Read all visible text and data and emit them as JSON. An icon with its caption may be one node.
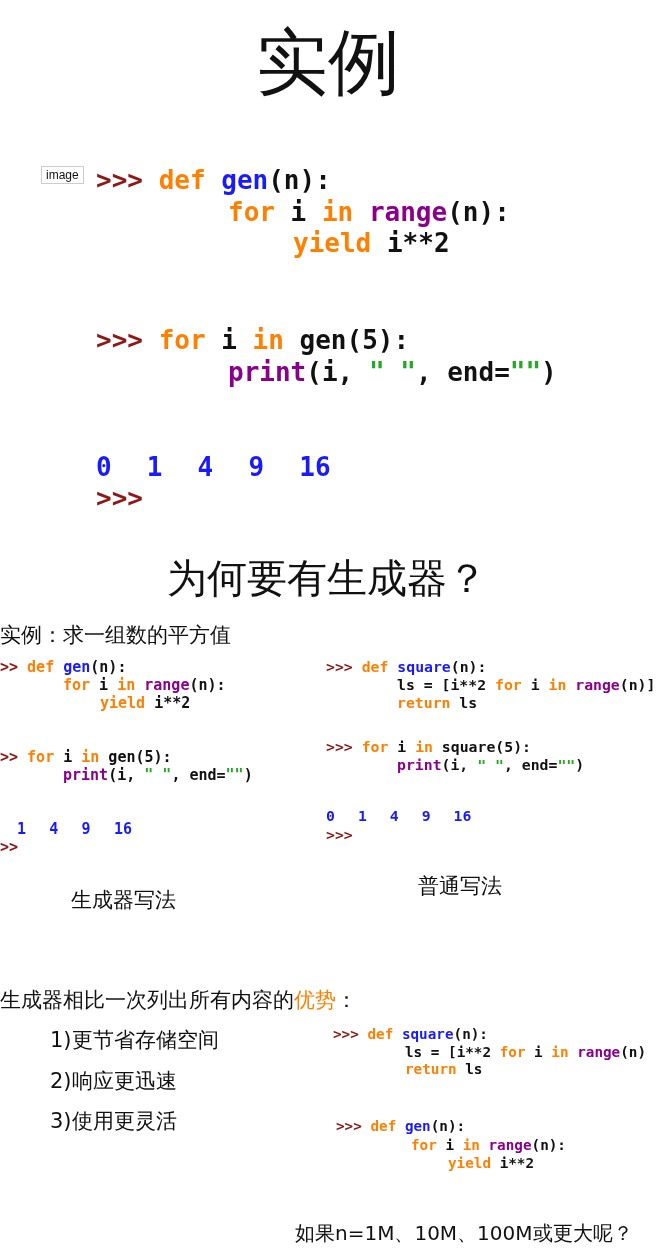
{
  "diagram": {
    "title": "实例",
    "labels": [
      "image",
      ">>> def gen(n):",
      "for i in range(n):",
      "yield i**2",
      ">>> for i in gen(5):",
      "print(i, \" \", end=\"\")",
      "0 1 4 9 16",
      ">>>",
      "为何要有生成器？",
      "实例：求一组数的平方值",
      ">> def gen(n):",
      "for i in range(n):",
      "yield i**2",
      ">> for i in gen(5):",
      "print(i, \" \", end=\"\")",
      "1 4 9 16",
      ">>",
      ">>> def square(n):",
      "ls = [i**2 for i in range(n)]",
      "return ls",
      ">>> for i in square(5):",
      "print(i, \" \", end=\"\")",
      "0 1 4 9 16",
      ">>>",
      "生成器写法",
      "普通写法",
      "生成器相比一次列出所有内容的优势：",
      "1)更节省存储空间",
      "2)响应更迅速",
      "3)使用更灵活",
      ">>> def square(n):",
      "ls = [i**2 for i in range(n)",
      "return ls",
      ">>> def gen(n):",
      "for i in range(n):",
      "yield i**2",
      "如果n=1M、10M、100M或更大呢？"
    ]
  }
}
